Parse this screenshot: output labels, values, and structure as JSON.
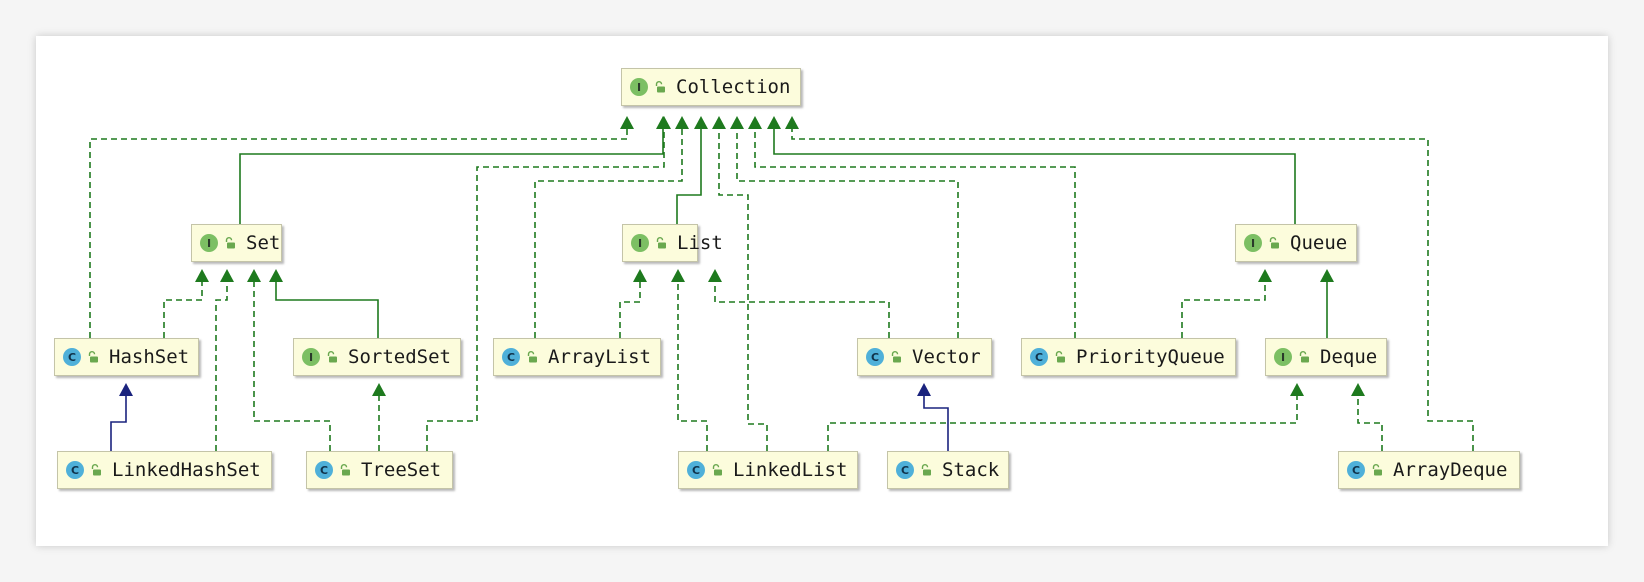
{
  "diagram": {
    "nodes": [
      {
        "id": "Collection",
        "label": "Collection",
        "kind": "interface",
        "badge": "I"
      },
      {
        "id": "Set",
        "label": "Set",
        "kind": "interface",
        "badge": "I"
      },
      {
        "id": "List",
        "label": "List",
        "kind": "interface",
        "badge": "I"
      },
      {
        "id": "Queue",
        "label": "Queue",
        "kind": "interface",
        "badge": "I"
      },
      {
        "id": "HashSet",
        "label": "HashSet",
        "kind": "class",
        "badge": "C"
      },
      {
        "id": "SortedSet",
        "label": "SortedSet",
        "kind": "interface",
        "badge": "I"
      },
      {
        "id": "ArrayList",
        "label": "ArrayList",
        "kind": "class",
        "badge": "C"
      },
      {
        "id": "Vector",
        "label": "Vector",
        "kind": "class",
        "badge": "C"
      },
      {
        "id": "PriorityQueue",
        "label": "PriorityQueue",
        "kind": "class",
        "badge": "C"
      },
      {
        "id": "Deque",
        "label": "Deque",
        "kind": "interface",
        "badge": "I"
      },
      {
        "id": "LinkedHashSet",
        "label": "LinkedHashSet",
        "kind": "class",
        "badge": "C"
      },
      {
        "id": "TreeSet",
        "label": "TreeSet",
        "kind": "class",
        "badge": "C"
      },
      {
        "id": "LinkedList",
        "label": "LinkedList",
        "kind": "class",
        "badge": "C"
      },
      {
        "id": "Stack",
        "label": "Stack",
        "kind": "class",
        "badge": "C"
      },
      {
        "id": "ArrayDeque",
        "label": "ArrayDeque",
        "kind": "class",
        "badge": "C"
      }
    ],
    "edges": [
      {
        "from": "Set",
        "to": "Collection",
        "type": "extends"
      },
      {
        "from": "List",
        "to": "Collection",
        "type": "extends"
      },
      {
        "from": "Queue",
        "to": "Collection",
        "type": "extends"
      },
      {
        "from": "HashSet",
        "to": "Collection",
        "type": "implements"
      },
      {
        "from": "TreeSet",
        "to": "Collection",
        "type": "implements"
      },
      {
        "from": "ArrayList",
        "to": "Collection",
        "type": "implements"
      },
      {
        "from": "LinkedList",
        "to": "Collection",
        "type": "implements"
      },
      {
        "from": "Vector",
        "to": "Collection",
        "type": "implements"
      },
      {
        "from": "PriorityQueue",
        "to": "Collection",
        "type": "implements"
      },
      {
        "from": "ArrayDeque",
        "to": "Collection",
        "type": "implements"
      },
      {
        "from": "HashSet",
        "to": "Set",
        "type": "implements"
      },
      {
        "from": "LinkedHashSet",
        "to": "Set",
        "type": "implements"
      },
      {
        "from": "TreeSet",
        "to": "Set",
        "type": "implements"
      },
      {
        "from": "SortedSet",
        "to": "Set",
        "type": "extends"
      },
      {
        "from": "TreeSet",
        "to": "SortedSet",
        "type": "implements"
      },
      {
        "from": "LinkedHashSet",
        "to": "HashSet",
        "type": "class-extends"
      },
      {
        "from": "ArrayList",
        "to": "List",
        "type": "implements"
      },
      {
        "from": "LinkedList",
        "to": "List",
        "type": "implements"
      },
      {
        "from": "Vector",
        "to": "List",
        "type": "implements"
      },
      {
        "from": "Stack",
        "to": "Vector",
        "type": "class-extends"
      },
      {
        "from": "PriorityQueue",
        "to": "Queue",
        "type": "implements"
      },
      {
        "from": "Deque",
        "to": "Queue",
        "type": "extends"
      },
      {
        "from": "LinkedList",
        "to": "Deque",
        "type": "implements"
      },
      {
        "from": "ArrayDeque",
        "to": "Deque",
        "type": "implements"
      }
    ]
  },
  "colors": {
    "interface_edge": "#1e7a1e",
    "class_extends_edge": "#1a237e",
    "node_fill": "#fcfcdc",
    "interface_badge": "#7cbf63",
    "class_badge": "#4fb0d9"
  },
  "icons": {
    "interface_badge": "interface-badge-icon",
    "class_badge": "class-badge-icon",
    "visibility": "public-lock-icon"
  }
}
